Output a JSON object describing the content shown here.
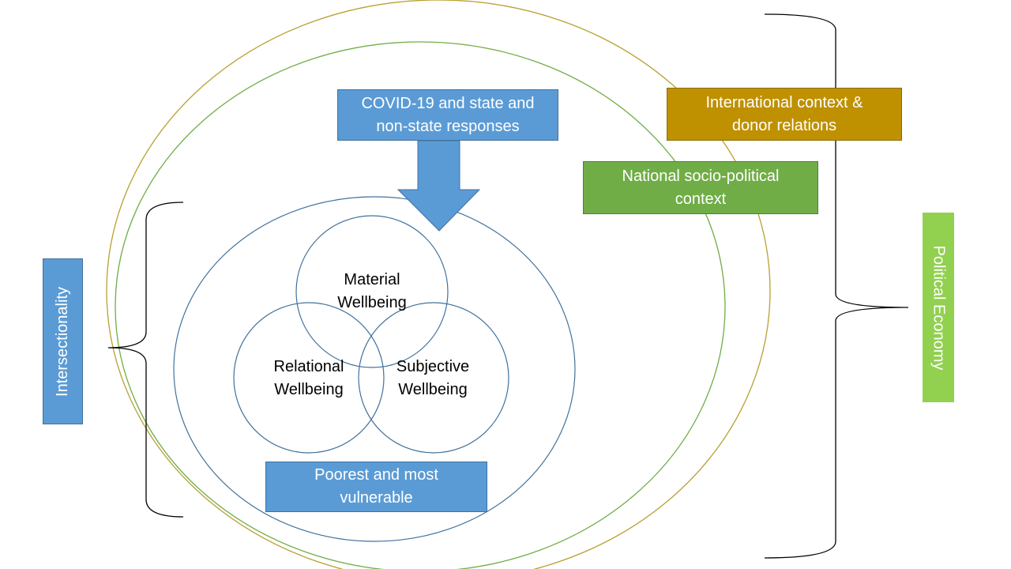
{
  "colors": {
    "blue": "#5b9bd5",
    "gold": "#bf9000",
    "green": "#70ad47",
    "light_green": "#92d050",
    "circle_blue": "#41719c",
    "circle_gold": "#b8a030",
    "circle_green": "#70ad47",
    "bracket": "#000000"
  },
  "boxes": {
    "covid": "COVID-19 and state and\nnon-state responses",
    "international": "International context &\ndonor relations",
    "national": "National socio-political\ncontext",
    "poorest": "Poorest and most\nvulnerable",
    "intersectionality": "Intersectionality",
    "political_economy": "Political Economy"
  },
  "circles": {
    "material": "Material\nWellbeing",
    "relational": "Relational\nWellbeing",
    "subjective": "Subjective\nWellbeing"
  }
}
